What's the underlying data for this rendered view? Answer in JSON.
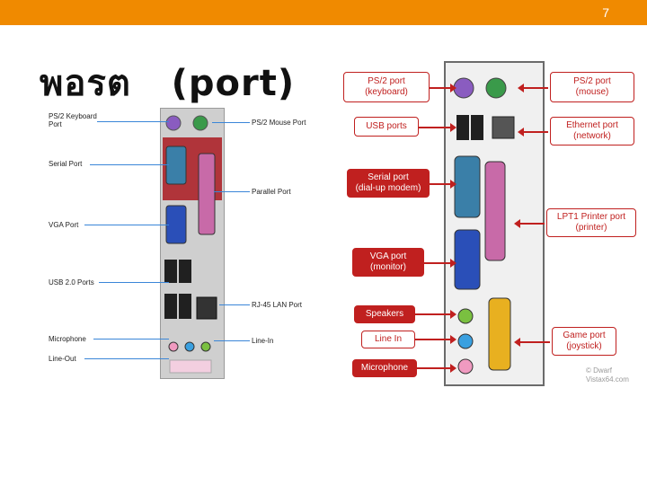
{
  "slide": {
    "number": "7",
    "title": "พอรต   (port)"
  },
  "left_figure": {
    "labels": {
      "ps2_keyboard": "PS/2 Keyboard\nPort",
      "ps2_mouse": "PS/2 Mouse Port",
      "serial": "Serial Port",
      "parallel": "Parallel Port",
      "vga": "VGA Port",
      "usb": "USB 2.0 Ports",
      "rj45": "RJ-45 LAN Port",
      "microphone": "Microphone",
      "line_in": "Line-In",
      "line_out": "Line-Out"
    }
  },
  "right_figure": {
    "labels": {
      "ps2_keyboard": [
        "PS/2 port",
        "(keyboard)"
      ],
      "ps2_mouse": [
        "PS/2 port",
        "(mouse)"
      ],
      "usb": "USB ports",
      "ethernet": [
        "Ethernet port",
        "(network)"
      ],
      "serial": [
        "Serial port",
        "(dial-up modem)"
      ],
      "lpt1": [
        "LPT1 Printer port",
        "(printer)"
      ],
      "vga": [
        "VGA port",
        "(monitor)"
      ],
      "speakers": "Speakers",
      "line_in": "Line In",
      "microphone": "Microphone",
      "game": [
        "Game port",
        "(joystick)"
      ]
    },
    "watermark": [
      "© Dwarf",
      "Vistax64.com"
    ]
  },
  "colors": {
    "top_bar": "#f08a00",
    "callout_red": "#c0201f",
    "leader_blue": "#3a86d8",
    "ps2_keyboard_purple": "#8a5cc0",
    "ps2_mouse_green": "#3a9a4a",
    "serial_teal": "#3a7fa8",
    "parallel_pink": "#c86aa8",
    "vga_blue": "#2a4fb8",
    "game_yellow": "#e8b020"
  }
}
